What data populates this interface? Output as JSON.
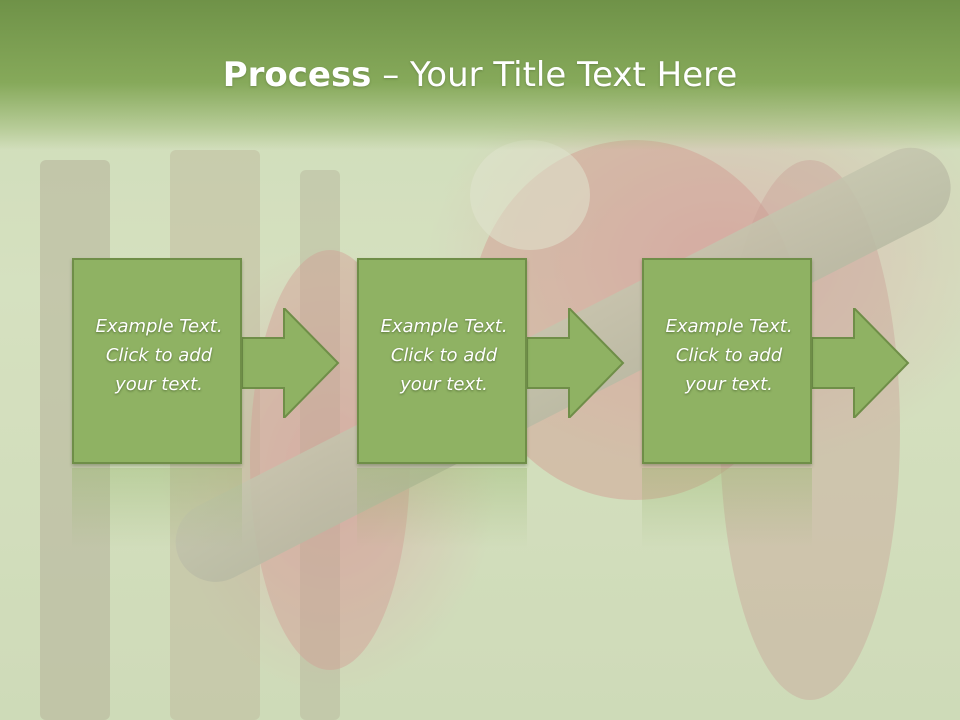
{
  "slide": {
    "title_bold": "Process",
    "title_rest": " – Your Title Text Here"
  },
  "steps": [
    {
      "text": "Example Text.\nClick  to add\nyour text."
    },
    {
      "text": "Example Text.\nClick  to add\nyour text."
    },
    {
      "text": "Example Text.\nClick  to add\nyour text."
    }
  ],
  "colors": {
    "title_band": "#7c9e52",
    "box_fill": "#8fb263",
    "box_border": "#6f8e48",
    "text": "#ffffff"
  }
}
